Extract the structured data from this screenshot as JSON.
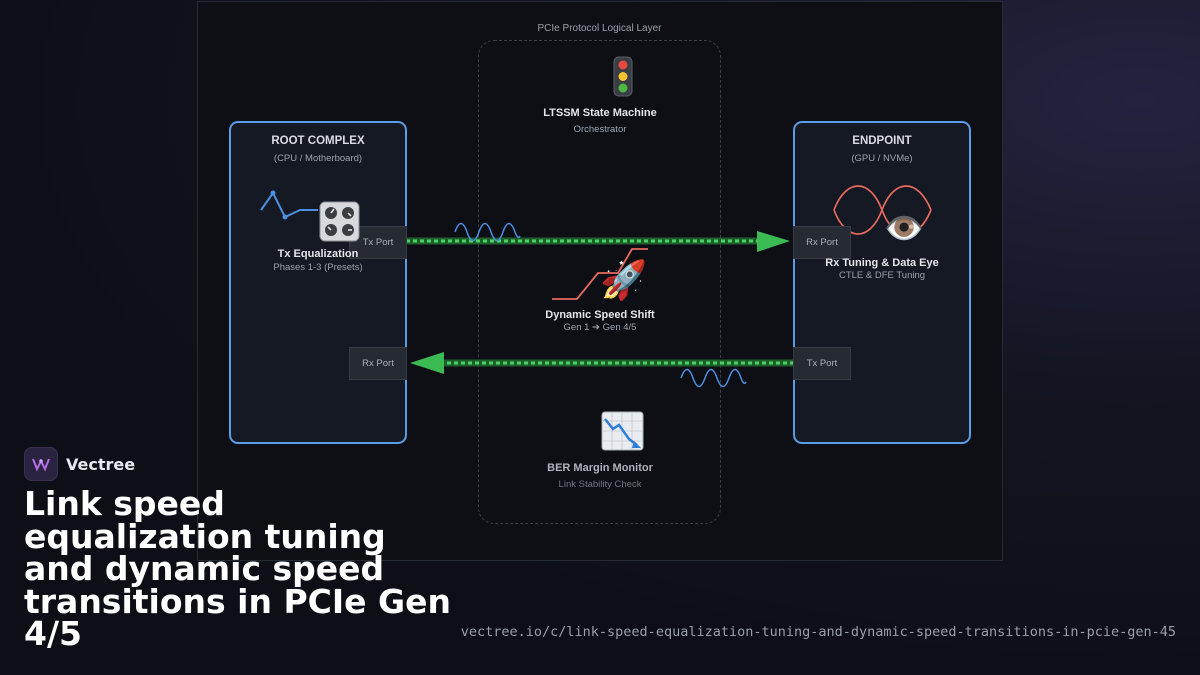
{
  "layer_label": "PCIe Protocol Logical Layer",
  "root_complex": {
    "title": "ROOT COMPLEX",
    "subtitle": "(CPU / Motherboard)",
    "tx_port": "Tx Port",
    "rx_port": "Rx Port",
    "feature_title": "Tx Equalization",
    "feature_sub": "Phases 1-3 (Presets)",
    "feature_icon": "control-knobs-icon"
  },
  "endpoint": {
    "title": "ENDPOINT",
    "subtitle": "(GPU / NVMe)",
    "rx_port": "Rx Port",
    "tx_port": "Tx Port",
    "feature_title": "Rx Tuning & Data Eye",
    "feature_sub": "CTLE & DFE Tuning",
    "feature_icon": "eye-icon"
  },
  "ltssm": {
    "title": "LTSSM State Machine",
    "sub": "Orchestrator",
    "icon": "traffic-light-icon"
  },
  "speed_shift": {
    "title": "Dynamic Speed Shift",
    "sub": "Gen 1 ➔ Gen 4/5",
    "icon": "rocket-icon"
  },
  "ber": {
    "title": "BER Margin Monitor",
    "sub": "Link Stability Check",
    "icon": "chart-decreasing-icon"
  },
  "colors": {
    "device_border": "#5b9ce6",
    "link": "#3cba54",
    "wave_blue": "#4a8fe0",
    "eye_red": "#e86a5e"
  },
  "brand": {
    "name": "Vectree"
  },
  "headline": "Link speed equalization tuning and dynamic speed transitions in PCIe Gen 4/5",
  "url": "vectree.io/c/link-speed-equalization-tuning-and-dynamic-speed-transitions-in-pcie-gen-45"
}
